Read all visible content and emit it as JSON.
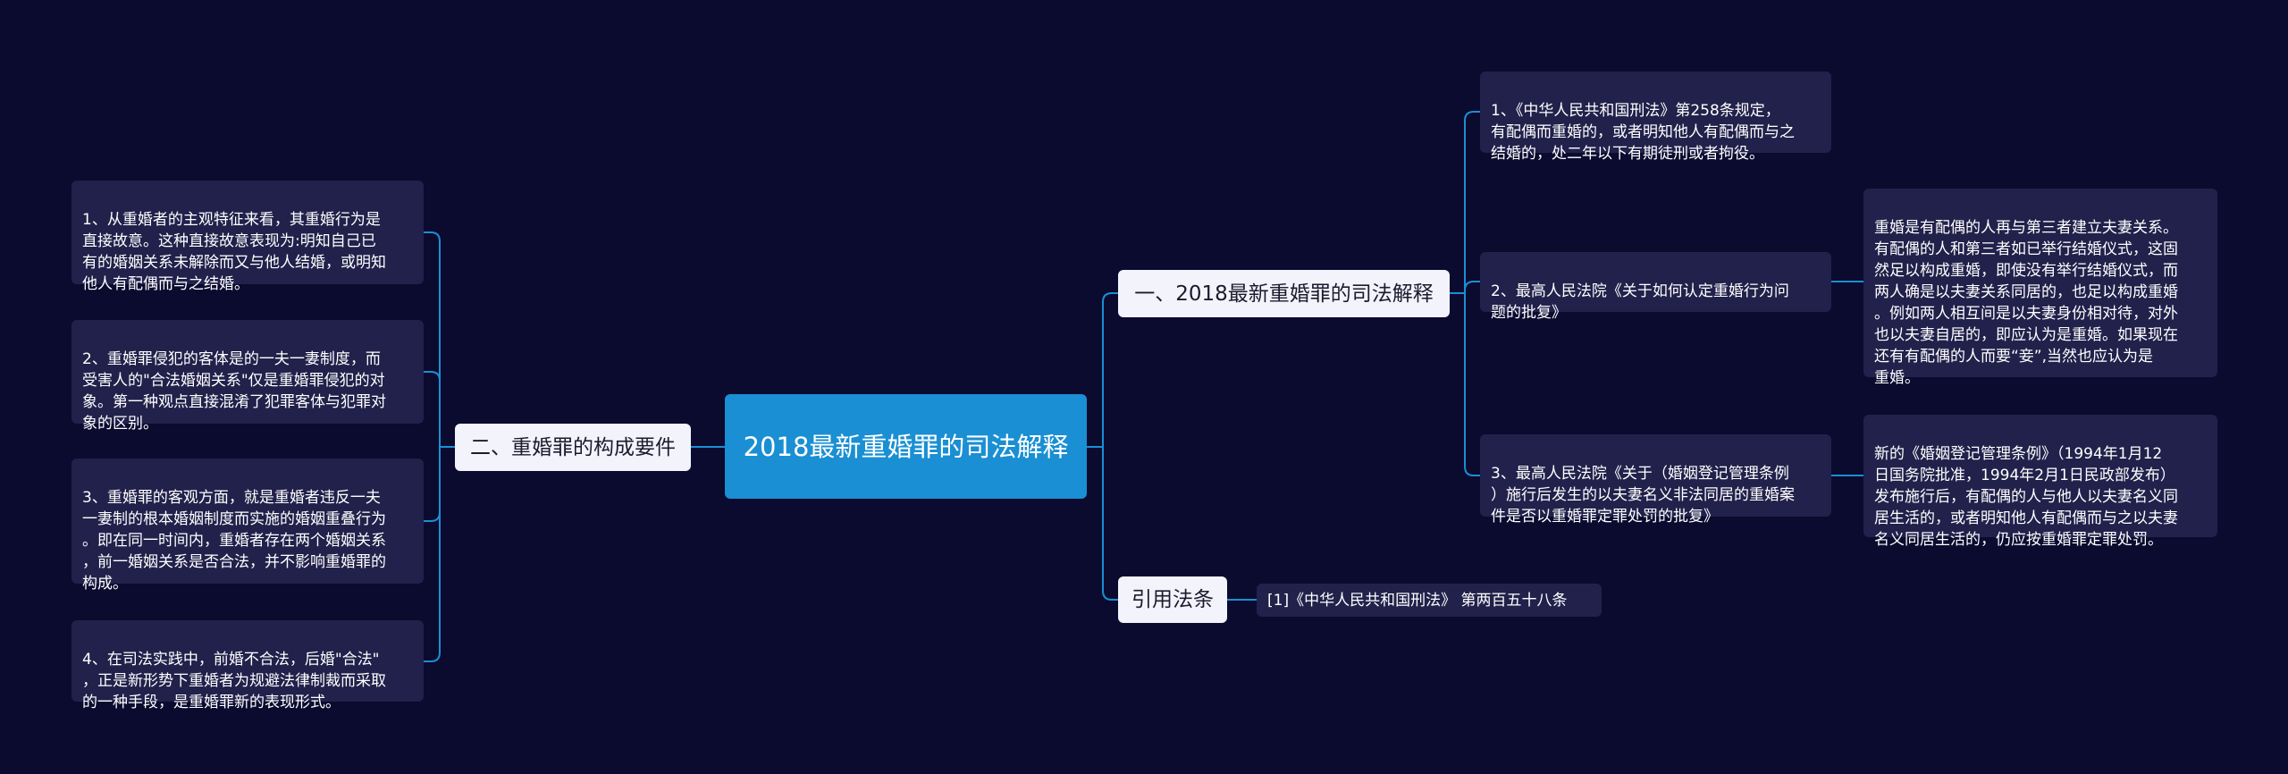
{
  "root": {
    "label": "2018最新重婚罪的司法解释"
  },
  "branches": {
    "judicial": {
      "label": "一、2018最新重婚罪的司法解释",
      "items": [
        {
          "text": "1、《中华人民共和国刑法》第258条规定，\n有配偶而重婚的，或者明知他人有配偶而与之\n结婚的，处二年以下有期徒刑或者拘役。"
        },
        {
          "text": "2、最高人民法院《关于如何认定重婚行为问\n题的批复》",
          "detail": "重婚是有配偶的人再与第三者建立夫妻关系。\n有配偶的人和第三者如已举行结婚仪式，这固\n然足以构成重婚，即使没有举行结婚仪式，而\n两人确是以夫妻关系同居的，也足以构成重婚\n。例如两人相互间是以夫妻身份相对待，对外\n也以夫妻自居的，即应认为是重婚。如果现在\n还有有配偶的人而要“妾”,当然也应认为是\n重婚。"
        },
        {
          "text": "3、最高人民法院《关于（婚姻登记管理条例\n）施行后发生的以夫妻名义非法同居的重婚案\n件是否以重婚罪定罪处罚的批复》",
          "detail": "新的《婚姻登记管理条例》（1994年1月12\n日国务院批准，1994年2月1日民政部发布）\n发布施行后，有配偶的人与他人以夫妻名义同\n居生活的，或者明知他人有配偶而与之以夫妻\n名义同居生活的，仍应按重婚罪定罪处罚。"
        }
      ]
    },
    "law": {
      "label": "引用法条",
      "items": [
        {
          "text": "[1]《中华人民共和国刑法》 第两百五十八条"
        }
      ]
    },
    "elements": {
      "label": "二、重婚罪的构成要件",
      "items": [
        {
          "text": "1、从重婚者的主观特征来看，其重婚行为是\n直接故意。这种直接故意表现为:明知自己已\n有的婚姻关系未解除而又与他人结婚，或明知\n他人有配偶而与之结婚。"
        },
        {
          "text": "2、重婚罪侵犯的客体是的一夫一妻制度，而\n受害人的\"合法婚姻关系\"仅是重婚罪侵犯的对\n象。第一种观点直接混淆了犯罪客体与犯罪对\n象的区别。"
        },
        {
          "text": "3、重婚罪的客观方面，就是重婚者违反一夫\n一妻制的根本婚姻制度而实施的婚姻重叠行为\n。即在同一时间内，重婚者存在两个婚姻关系\n，前一婚姻关系是否合法，并不影响重婚罪的\n构成。"
        },
        {
          "text": "4、在司法实践中，前婚不合法，后婚\"合法\"\n，正是新形势下重婚者为规避法律制裁而采取\n的一种手段，是重婚罪新的表现形式。"
        }
      ]
    }
  },
  "colors": {
    "background": "#0b0a2f",
    "root": "#1a8fd3",
    "branch": "#f3f3fb",
    "leaf": "#22214b",
    "connector": "#1a8fd3"
  }
}
